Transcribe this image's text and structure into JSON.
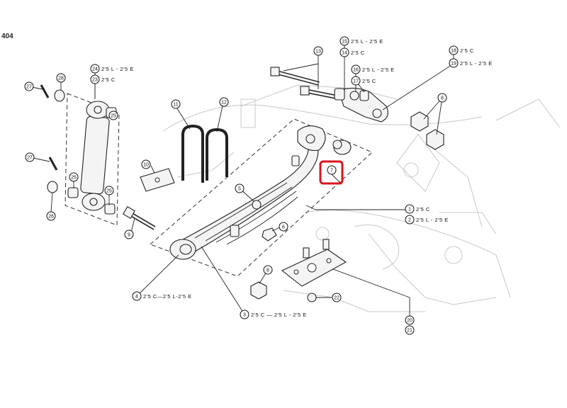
{
  "page_number": "404",
  "highlight_color": "#d9141b",
  "highlighted_item": "7",
  "callouts": [
    {
      "num": "1",
      "text": "2'5 C"
    },
    {
      "num": "2",
      "text": "2'5 L - 2'5 E"
    },
    {
      "num": "3",
      "text": "2'5 C — 2'5 L - 2'5 E"
    },
    {
      "num": "4",
      "text": "2'5 C—2'5 L-2'5 E"
    },
    {
      "num": "5",
      "text": ""
    },
    {
      "num": "6",
      "text": ""
    },
    {
      "num": "7",
      "text": ""
    },
    {
      "num": "8a",
      "label": "8",
      "text": ""
    },
    {
      "num": "8b",
      "label": "8",
      "text": ""
    },
    {
      "num": "9",
      "text": ""
    },
    {
      "num": "10",
      "text": ""
    },
    {
      "num": "11",
      "text": ""
    },
    {
      "num": "12",
      "text": ""
    },
    {
      "num": "13",
      "text": ""
    },
    {
      "num": "14",
      "text": "2'5 C"
    },
    {
      "num": "15",
      "text": "2'5 L - 2'5 E"
    },
    {
      "num": "16",
      "text": "2'5 L - 2'5 E"
    },
    {
      "num": "17",
      "text": "2'5 C"
    },
    {
      "num": "18",
      "text": "2'5 C"
    },
    {
      "num": "19",
      "text": "2'5 L - 2'5 E"
    },
    {
      "num": "20",
      "text": ""
    },
    {
      "num": "21",
      "text": ""
    },
    {
      "num": "22",
      "text": ""
    },
    {
      "num": "23",
      "text": "2'5 C"
    },
    {
      "num": "24",
      "text": "2'5 L - 2'5 E"
    },
    {
      "num": "25a",
      "label": "25",
      "text": ""
    },
    {
      "num": "25b",
      "label": "25",
      "text": ""
    },
    {
      "num": "25c",
      "label": "25",
      "text": ""
    },
    {
      "num": "26",
      "text": ""
    },
    {
      "num": "27a",
      "label": "27",
      "text": ""
    },
    {
      "num": "27b",
      "label": "27",
      "text": ""
    },
    {
      "num": "28",
      "text": ""
    }
  ]
}
